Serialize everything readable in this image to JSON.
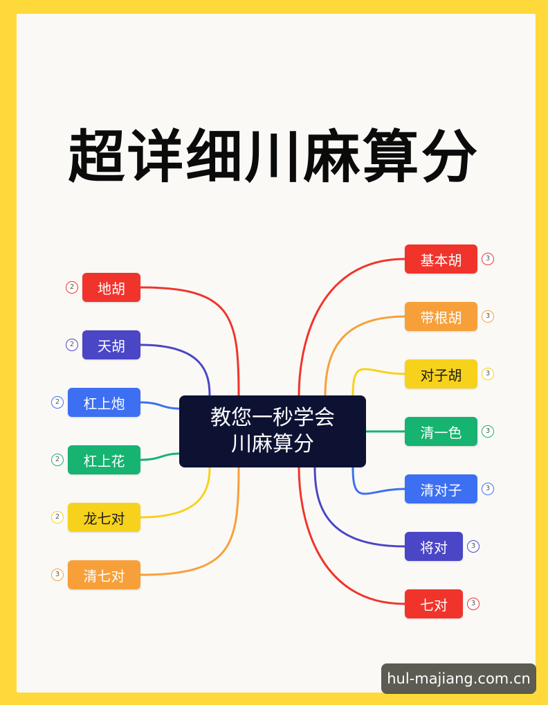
{
  "title": "超详细川麻算分",
  "center": {
    "line1": "教您一秒学会",
    "line2": "川麻算分"
  },
  "left_nodes": [
    {
      "label": "地胡",
      "badge": "2",
      "color": "#f0342c"
    },
    {
      "label": "天胡",
      "badge": "2",
      "color": "#4a46c6"
    },
    {
      "label": "杠上炮",
      "badge": "2",
      "color": "#3d6ff2"
    },
    {
      "label": "杠上花",
      "badge": "2",
      "color": "#16b371"
    },
    {
      "label": "龙七对",
      "badge": "2",
      "color": "#f7d21c"
    },
    {
      "label": "清七对",
      "badge": "3",
      "color": "#f7a03a"
    }
  ],
  "right_nodes": [
    {
      "label": "基本胡",
      "badge": "3",
      "color": "#f0342c"
    },
    {
      "label": "带根胡",
      "badge": "3",
      "color": "#f7a03a"
    },
    {
      "label": "对子胡",
      "badge": "3",
      "color": "#f7d21c"
    },
    {
      "label": "清一色",
      "badge": "3",
      "color": "#16b371"
    },
    {
      "label": "清对子",
      "badge": "3",
      "color": "#3d6ff2"
    },
    {
      "label": "将对",
      "badge": "3",
      "color": "#4a46c6"
    },
    {
      "label": "七对",
      "badge": "3",
      "color": "#f0342c"
    }
  ],
  "watermark": "hul-majiang.com.cn"
}
